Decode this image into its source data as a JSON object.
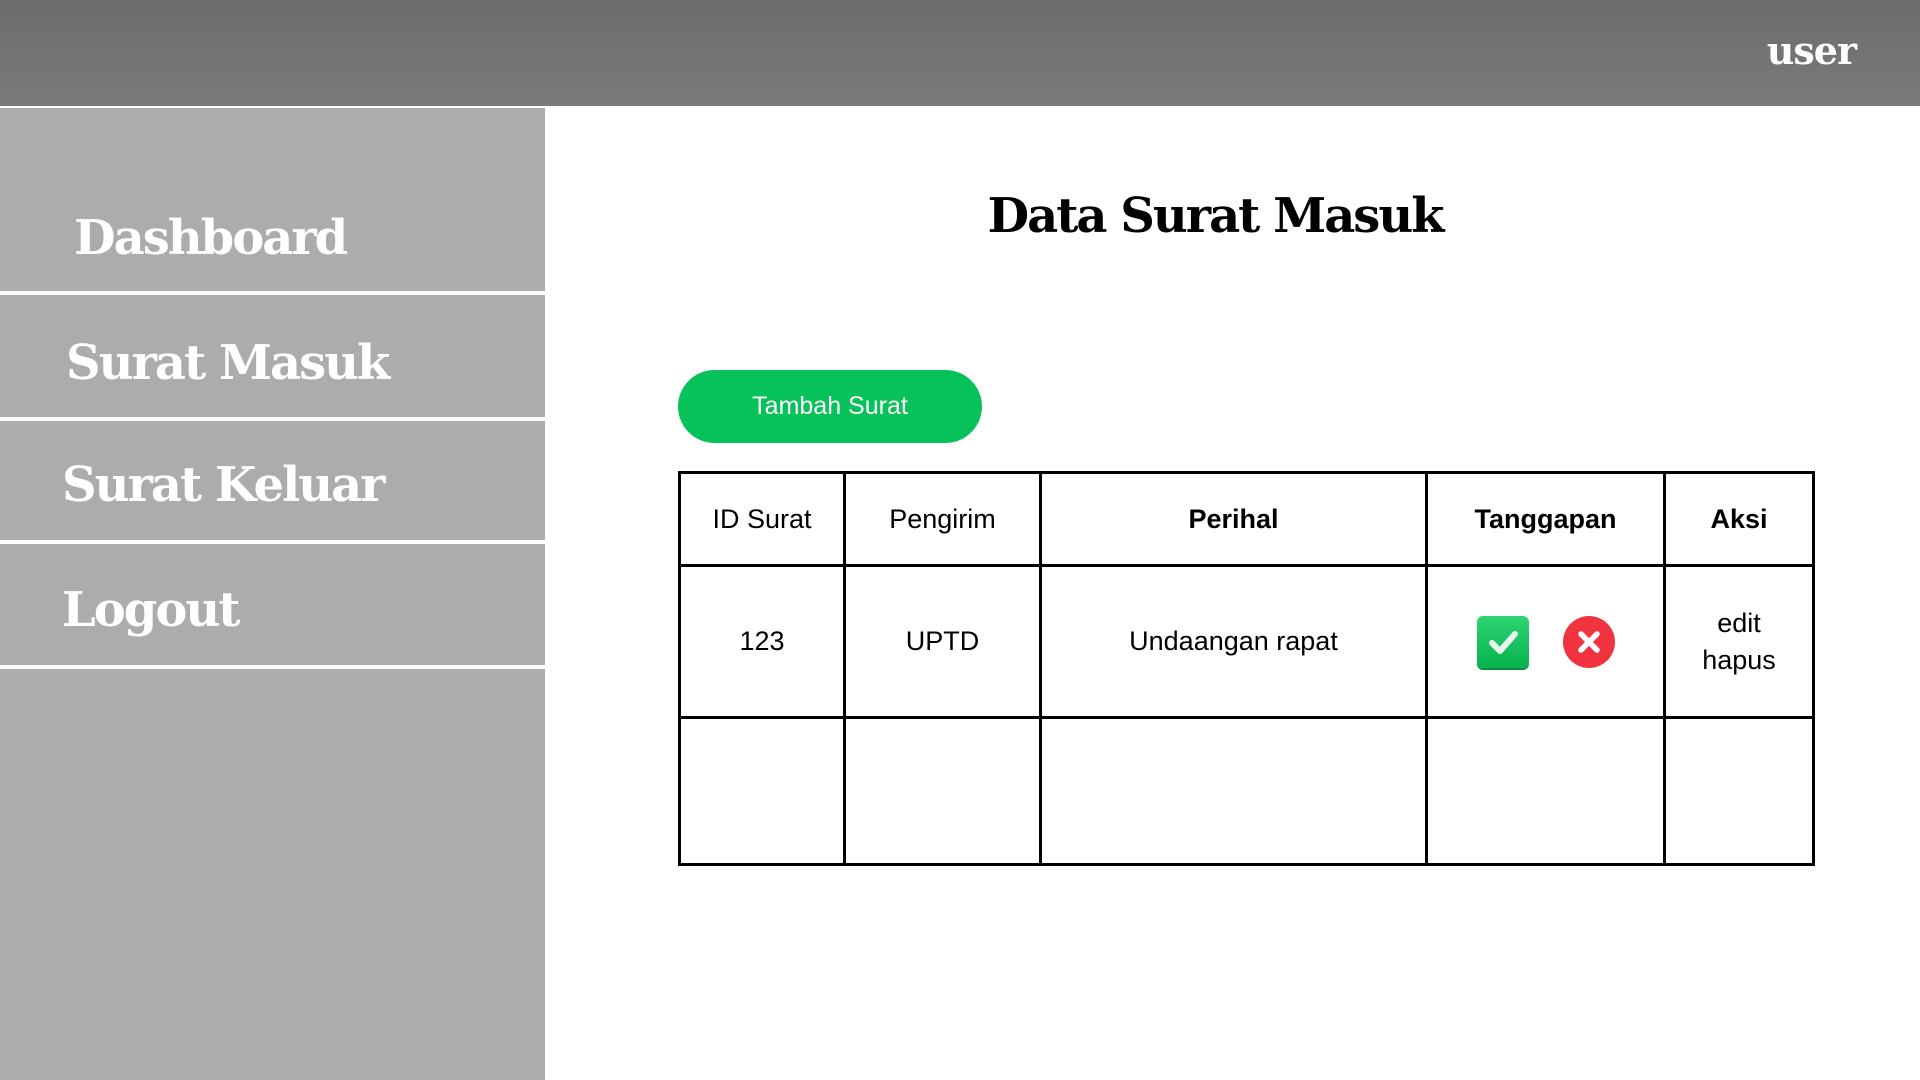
{
  "header": {
    "user_label": "user"
  },
  "sidebar": {
    "items": [
      {
        "label": "Dashboard"
      },
      {
        "label": "Surat Masuk"
      },
      {
        "label": "Surat Keluar"
      },
      {
        "label": "Logout"
      }
    ]
  },
  "main": {
    "title": "Data Surat Masuk",
    "add_button_label": "Tambah Surat",
    "table": {
      "columns": [
        "ID Surat",
        "Pengirim",
        "Perihal",
        "Tanggapan",
        "Aksi"
      ],
      "rows": [
        {
          "id": "123",
          "pengirim": "UPTD",
          "perihal": "Undaangan rapat",
          "tanggapan_icons": [
            "check-icon",
            "cross-icon"
          ],
          "aksi": [
            "edit",
            "hapus"
          ]
        }
      ]
    }
  },
  "colors": {
    "header_bg": "#737373",
    "sidebar_bg": "#adacad",
    "accent_green": "#06c258",
    "reject_red": "#f0333f"
  }
}
